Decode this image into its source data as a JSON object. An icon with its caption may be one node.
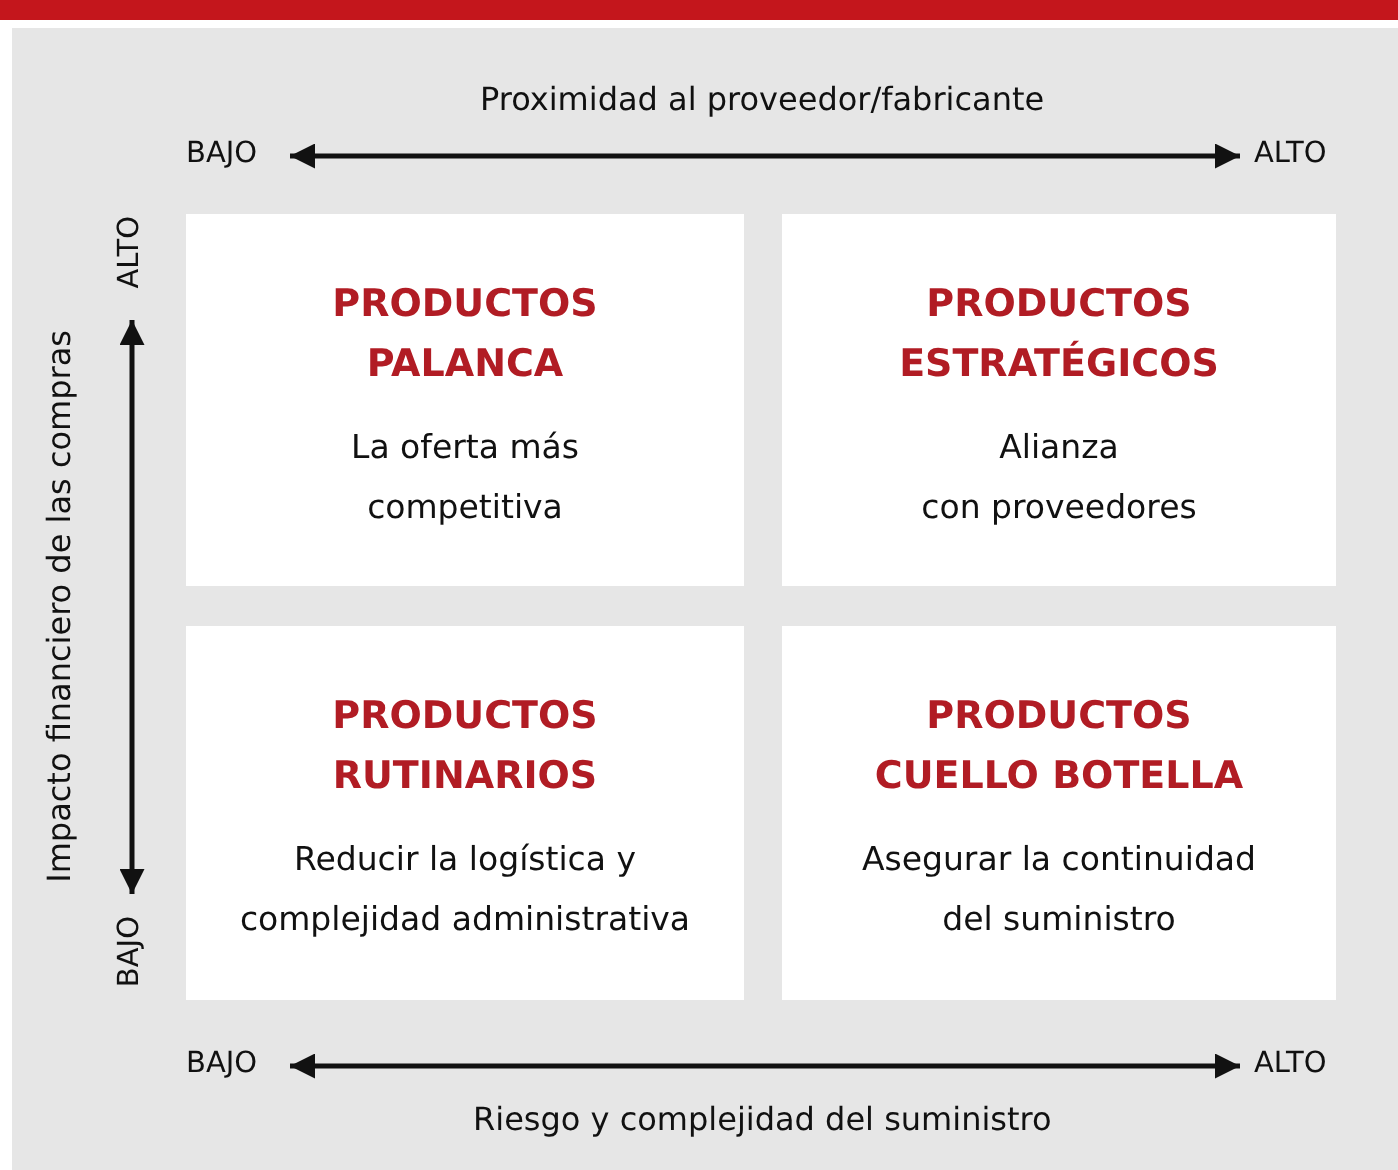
{
  "diagram": {
    "nodes": [
      {
        "text": [
          "PRODUCTOS PALANCA",
          "La oferta más competitiva"
        ]
      },
      {
        "text": [
          "PRODUCTOS ESTRATÉGICOS",
          "Alianza con proveedores"
        ]
      },
      {
        "text": [
          "PRODUCTOS RUTINARIOS",
          "Reducir la logística y complejidad administrativa"
        ]
      },
      {
        "text": [
          "PRODUCTOS CUELLO BOTELLA",
          "Asegurar la continuidad del suministro"
        ]
      }
    ],
    "edges": [],
    "labels": [
      "Proximidad al proveedor/fabricante",
      "BAJO",
      "ALTO",
      "ALTO",
      "Impacto financiero de las compras",
      "BAJO",
      "BAJO",
      "ALTO",
      "Riesgo y complejidad del suministro"
    ]
  }
}
